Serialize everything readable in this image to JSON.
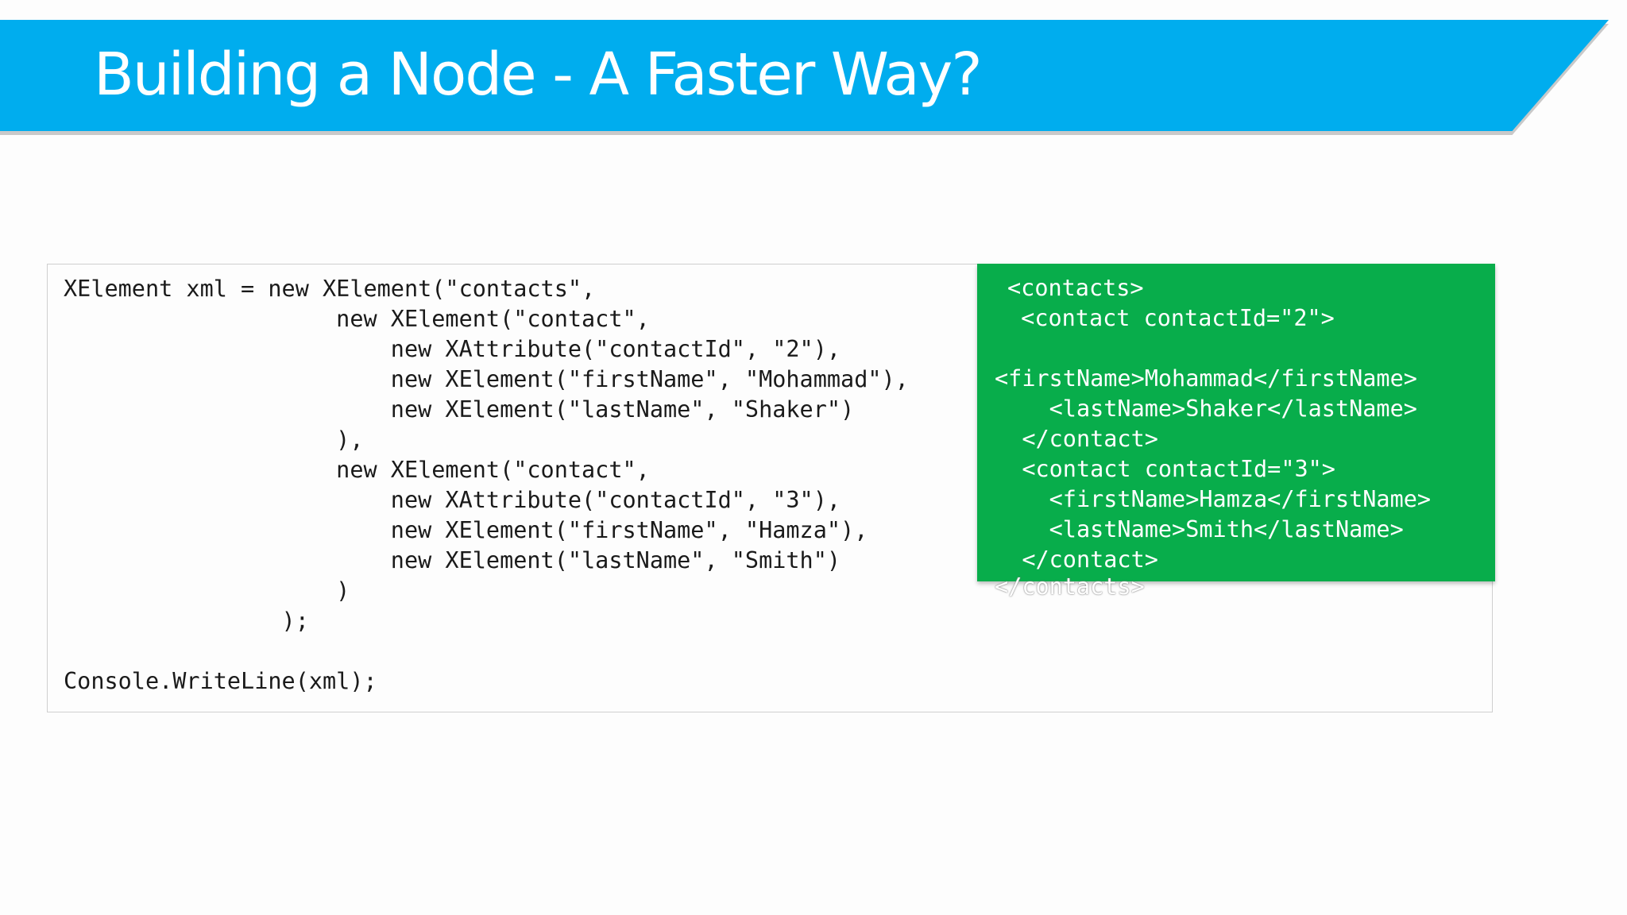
{
  "slide": {
    "title": "Building a Node - A Faster Way?"
  },
  "code": {
    "lines": [
      "XElement xml = new XElement(\"contacts\",",
      "                    new XElement(\"contact\",",
      "                        new XAttribute(\"contactId\", \"2\"),",
      "                        new XElement(\"firstName\", \"Mohammad\"),",
      "                        new XElement(\"lastName\", \"Shaker\")",
      "                    ),",
      "                    new XElement(\"contact\",",
      "                        new XAttribute(\"contactId\", \"3\"),",
      "                        new XElement(\"firstName\", \"Hamza\"),",
      "                        new XElement(\"lastName\", \"Smith\")",
      "                    )",
      "                );",
      "",
      "Console.WriteLine(xml);"
    ]
  },
  "output": {
    "lines": [
      "<contacts>",
      " <contact contactId=\"2\">",
      "",
      "<firstName>Mohammad</firstName>",
      "    <lastName>Shaker</lastName>",
      "  </contact>",
      "  <contact contactId=\"3\">",
      "    <firstName>Hamza</firstName>",
      "    <lastName>Smith</lastName>",
      "  </contact>"
    ],
    "overflow_line": "</contacts>"
  },
  "colors": {
    "title_bar": "#00adee",
    "output_panel": "#08ad4b"
  }
}
